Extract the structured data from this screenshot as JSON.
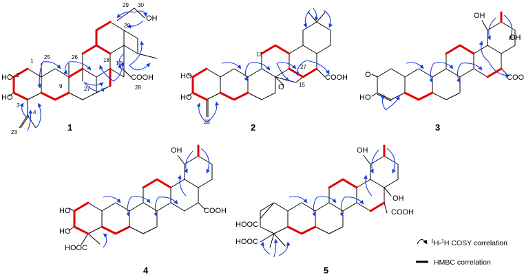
{
  "colors": {
    "bond": "#000000",
    "cosy": "#e00000",
    "hmbc": "#1a3fe0"
  },
  "compounds": [
    {
      "id": "1",
      "labels": {
        "ho1": "HO",
        "ho2": "HO",
        "cooh": "COOH",
        "oh": "OH"
      },
      "atoms": {
        "a1": "1",
        "a2": "2",
        "a3": "3",
        "a4": "4",
        "a9": "9",
        "a17": "17",
        "a18": "18",
        "a20": "20",
        "a23": "23",
        "a25": "25",
        "a26": "26",
        "a27": "27",
        "a28": "28",
        "a29": "29",
        "a30": "30"
      }
    },
    {
      "id": "2",
      "labels": {
        "ho1": "HO",
        "ho2": "HO",
        "cooh": "COOH",
        "o": "O"
      },
      "atoms": {
        "a12": "12",
        "a15": "15",
        "a23": "23",
        "a27": "27"
      }
    },
    {
      "id": "3",
      "labels": {
        "o": "O",
        "ho": "HO",
        "cooh": "COOH",
        "oh1": "OH",
        "oh2": "OH"
      }
    },
    {
      "id": "4",
      "labels": {
        "ho1": "HO",
        "ho2": "HO",
        "hooc": "HOOC",
        "cooh": "COOH",
        "oh": "OH"
      }
    },
    {
      "id": "5",
      "labels": {
        "hooc1": "HOOC",
        "hooc2": "HOOC",
        "cooh": "COOH",
        "oh1": "OH",
        "oh2": "OH"
      }
    }
  ],
  "legend": {
    "arrow_item": {
      "sup1": "1",
      "h1": "H-",
      "sup2": "1",
      "h2": "H COSY correlation"
    },
    "bar_item": {
      "text": "HMBC correlation"
    }
  }
}
